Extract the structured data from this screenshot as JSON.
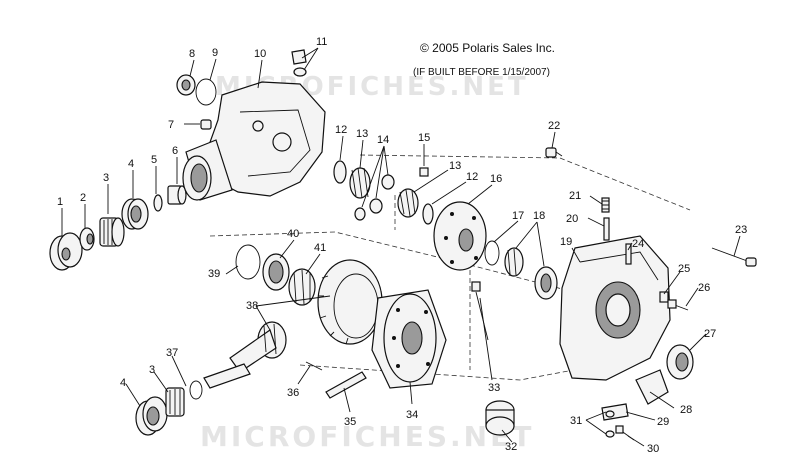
{
  "header": {
    "copyright": "© 2005 Polaris Sales Inc.",
    "note": "(IF BUILT BEFORE 1/15/2007)"
  },
  "watermark": {
    "top": "MICROFICHES.NET",
    "bottom": "MICROFICHES.NET"
  },
  "callouts": [
    {
      "id": "c1",
      "text": "1"
    },
    {
      "id": "c2",
      "text": "2"
    },
    {
      "id": "c3a",
      "text": "3"
    },
    {
      "id": "c4a",
      "text": "4"
    },
    {
      "id": "c5",
      "text": "5"
    },
    {
      "id": "c6",
      "text": "6"
    },
    {
      "id": "c7",
      "text": "7"
    },
    {
      "id": "c8",
      "text": "8"
    },
    {
      "id": "c9",
      "text": "9"
    },
    {
      "id": "c10",
      "text": "10"
    },
    {
      "id": "c11",
      "text": "11"
    },
    {
      "id": "c12a",
      "text": "12"
    },
    {
      "id": "c13a",
      "text": "13"
    },
    {
      "id": "c14",
      "text": "14"
    },
    {
      "id": "c15",
      "text": "15"
    },
    {
      "id": "c13b",
      "text": "13"
    },
    {
      "id": "c12b",
      "text": "12"
    },
    {
      "id": "c16",
      "text": "16"
    },
    {
      "id": "c17",
      "text": "17"
    },
    {
      "id": "c18",
      "text": "18"
    },
    {
      "id": "c19",
      "text": "19"
    },
    {
      "id": "c20",
      "text": "20"
    },
    {
      "id": "c21",
      "text": "21"
    },
    {
      "id": "c22",
      "text": "22"
    },
    {
      "id": "c23",
      "text": "23"
    },
    {
      "id": "c24",
      "text": "24"
    },
    {
      "id": "c25",
      "text": "25"
    },
    {
      "id": "c26",
      "text": "26"
    },
    {
      "id": "c27",
      "text": "27"
    },
    {
      "id": "c28",
      "text": "28"
    },
    {
      "id": "c29",
      "text": "29"
    },
    {
      "id": "c30",
      "text": "30"
    },
    {
      "id": "c31",
      "text": "31"
    },
    {
      "id": "c32",
      "text": "32"
    },
    {
      "id": "c33",
      "text": "33"
    },
    {
      "id": "c34",
      "text": "34"
    },
    {
      "id": "c35",
      "text": "35"
    },
    {
      "id": "c36",
      "text": "36"
    },
    {
      "id": "c37",
      "text": "37"
    },
    {
      "id": "c3b",
      "text": "3"
    },
    {
      "id": "c4b",
      "text": "4"
    },
    {
      "id": "c38",
      "text": "38"
    },
    {
      "id": "c39",
      "text": "39"
    },
    {
      "id": "c40",
      "text": "40"
    },
    {
      "id": "c41",
      "text": "41"
    }
  ]
}
